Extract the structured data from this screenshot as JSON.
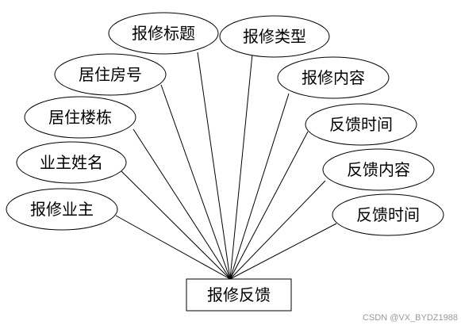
{
  "entity": {
    "label": "报修反馈"
  },
  "attributes": [
    {
      "id": "title",
      "label": "报修标题"
    },
    {
      "id": "type",
      "label": "报修类型"
    },
    {
      "id": "room",
      "label": "居住房号"
    },
    {
      "id": "content",
      "label": "报修内容"
    },
    {
      "id": "building",
      "label": "居住楼栋"
    },
    {
      "id": "fb-time-1",
      "label": "反馈时间"
    },
    {
      "id": "owner-name",
      "label": "业主姓名"
    },
    {
      "id": "fb-content",
      "label": "反馈内容"
    },
    {
      "id": "owner",
      "label": "报修业主"
    },
    {
      "id": "fb-time-2",
      "label": "反馈时间"
    }
  ],
  "watermark": "CSDN @VX_BYDZ1988",
  "colors": {
    "stroke": "#000000",
    "background": "#ffffff",
    "watermark": "#9a9a9a"
  }
}
